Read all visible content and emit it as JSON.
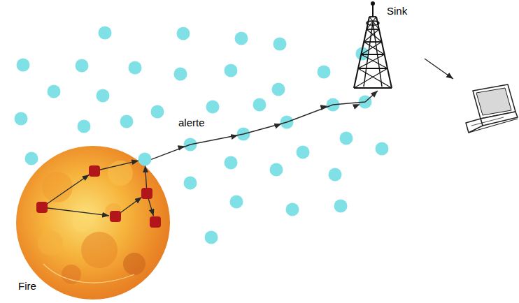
{
  "diagram": {
    "nodes": [
      {
        "text": [
          "Fire"
        ]
      },
      {
        "text": [
          "Sink"
        ]
      }
    ],
    "edges": [
      {
        "from": 0,
        "to": 1,
        "arrow": "to",
        "label": "alerte"
      }
    ]
  }
}
